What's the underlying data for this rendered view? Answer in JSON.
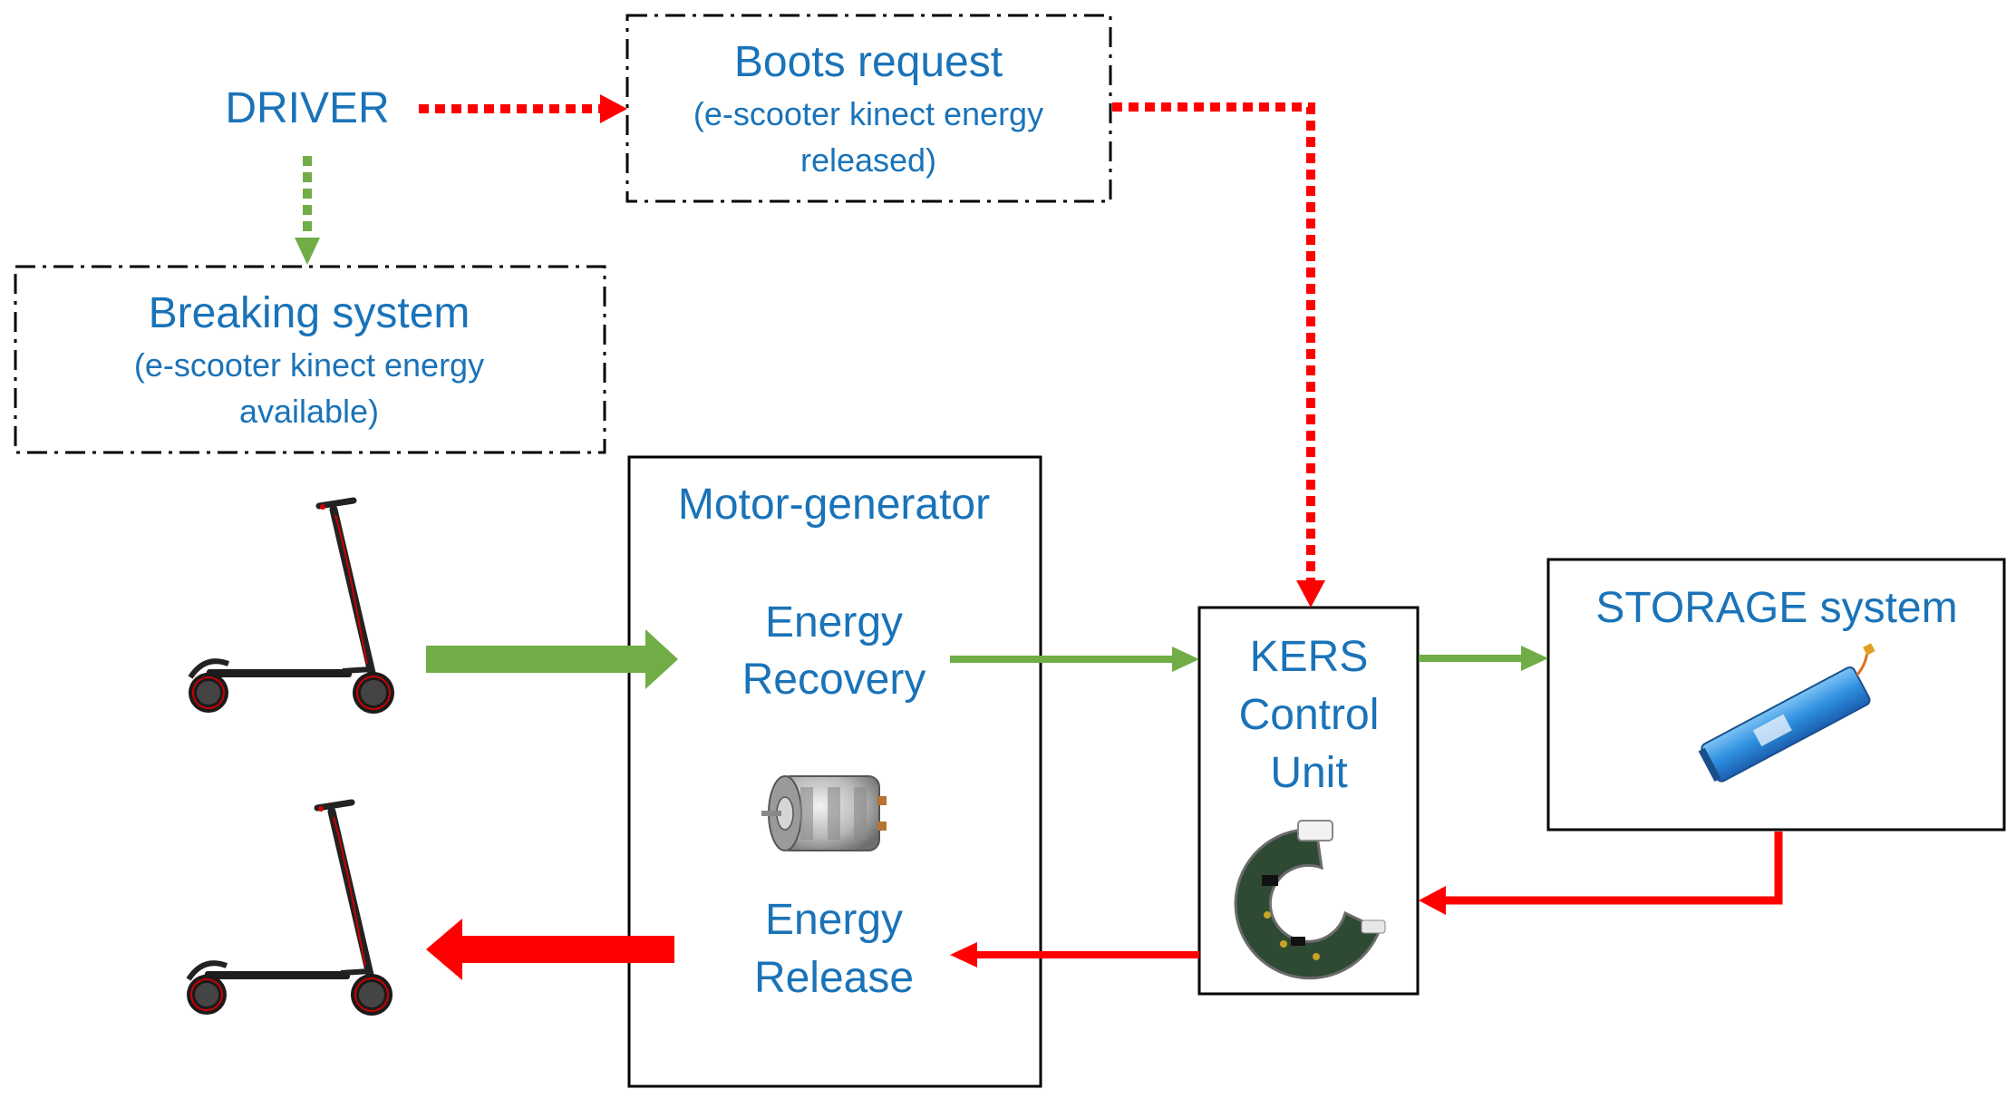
{
  "colors": {
    "text": "#1a73b8",
    "recovery_arrow": "#70ad47",
    "release_arrow": "#ff0000",
    "box_border": "#000000"
  },
  "driver": {
    "label": "DRIVER"
  },
  "boost_request": {
    "title": "Boots request",
    "line1": "(e-scooter kinect energy",
    "line2": "released)"
  },
  "breaking_system": {
    "title": "Breaking system",
    "line1": "(e-scooter kinect energy",
    "line2": "available)"
  },
  "motor_generator": {
    "title": "Motor-generator",
    "recovery_line1": "Energy",
    "recovery_line2": "Recovery",
    "release_line1": "Energy",
    "release_line2": "Release",
    "image_icon": "dc-motor-icon"
  },
  "kers": {
    "line1": "KERS",
    "line2": "Control",
    "line3": "Unit",
    "image_icon": "control-board-icon"
  },
  "storage": {
    "title": "STORAGE system",
    "image_icon": "battery-pack-icon"
  },
  "scooters": {
    "top_icon": "e-scooter-icon",
    "bottom_icon": "e-scooter-icon"
  }
}
